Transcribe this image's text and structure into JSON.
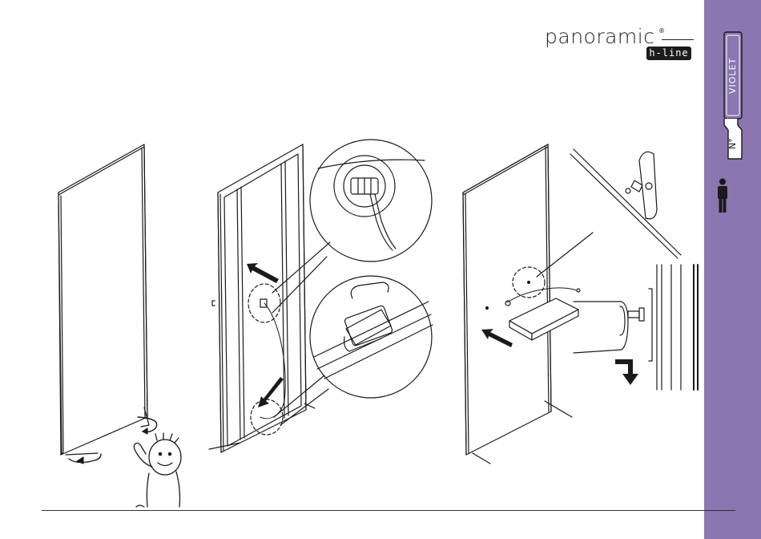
{
  "brand": {
    "wordmark": "panoramic",
    "registered": "®",
    "badge": "h-line"
  },
  "sidebar": {
    "color_label": "VIOLET",
    "number_label": "N°",
    "color": "#8a76b0"
  },
  "icons": {
    "person": "person-icon"
  }
}
